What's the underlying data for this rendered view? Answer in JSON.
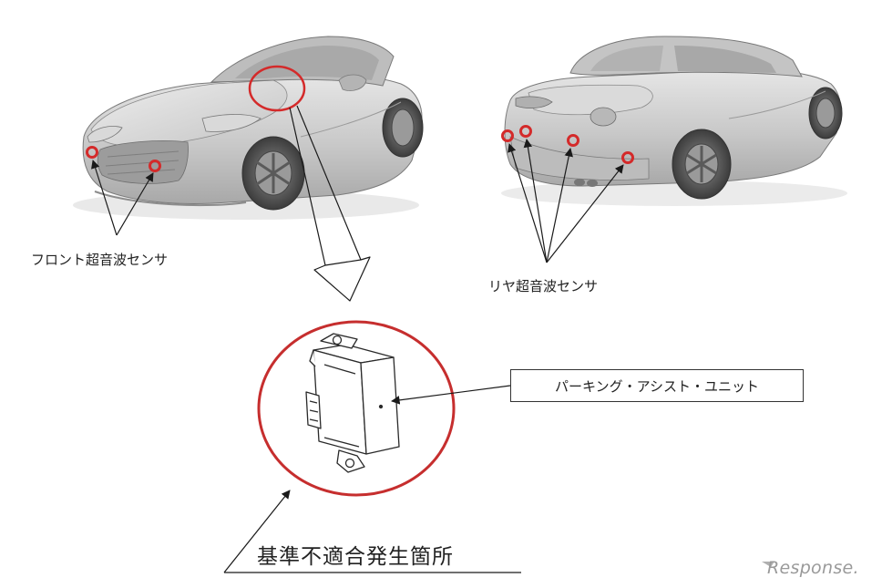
{
  "labels": {
    "front_sensor": "フロント超音波センサ",
    "rear_sensor": "リヤ超音波センサ",
    "unit": "パーキング・アシスト・ユニット",
    "location": "基準不適合発生箇所"
  },
  "watermark": {
    "logo_text": "Response."
  },
  "colors": {
    "highlight": "#d42a2a",
    "car_body": "#cfcfcf",
    "line": "#1a1a1a"
  },
  "icons": {
    "sensor_marker": "red-ring",
    "callout_arrow": "hollow-arrow"
  }
}
